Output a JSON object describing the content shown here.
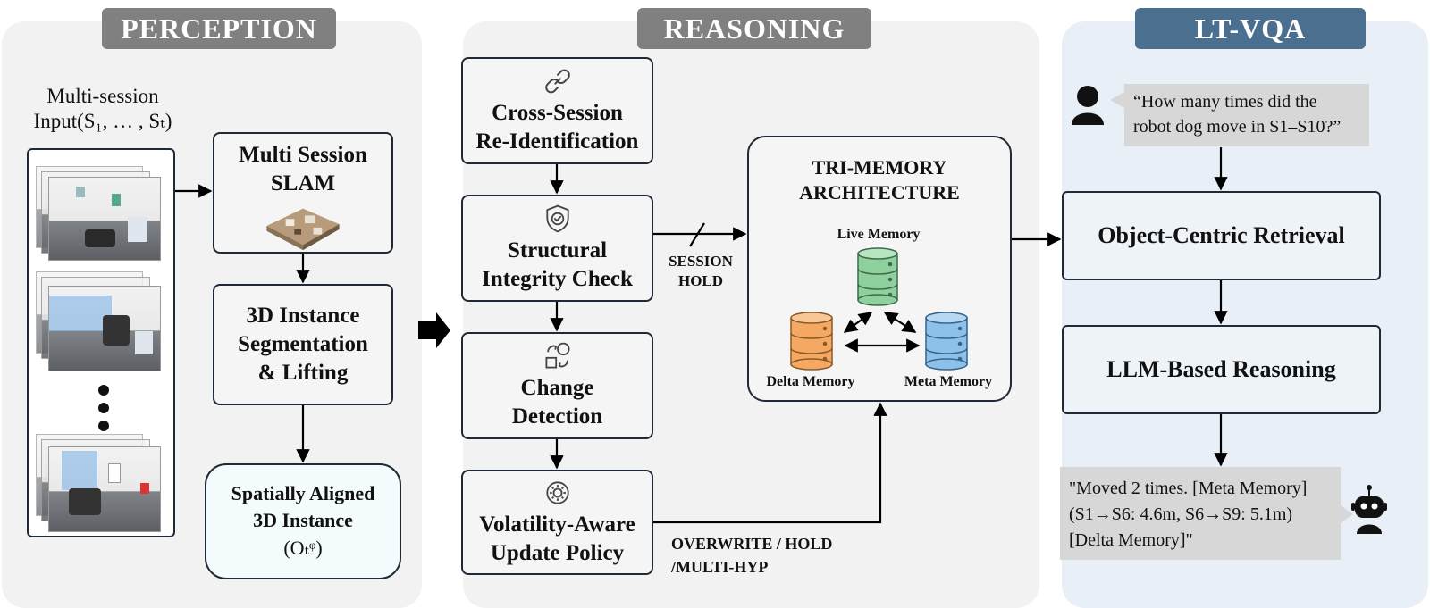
{
  "sections": {
    "perception": "PERCEPTION",
    "reasoning": "REASONING",
    "ltvqa": "LT-VQA"
  },
  "perception": {
    "input_line1": "Multi-session",
    "input_line2": "Input(S₁, … , Sₜ)",
    "slam": "Multi Session\nSLAM",
    "segmentation": "3D Instance\nSegmentation\n& Lifting",
    "aligned": "Spatially Aligned\n3D Instance",
    "aligned_symbol": "(Oₜᵠ)"
  },
  "reasoning": {
    "reid": "Cross-Session\nRe-Identification",
    "integrity": "Structural\nIntegrity Check",
    "change": "Change\nDetection",
    "volatility": "Volatility-Aware\nUpdate Policy",
    "session_hold": "SESSION\nHOLD",
    "policy_label": "OVERWRITE / HOLD\n/MULTI-HYP",
    "tri_memory_title": "TRI-MEMORY\nARCHITECTURE",
    "live_memory": "Live Memory",
    "delta_memory": "Delta Memory",
    "meta_memory": "Meta Memory"
  },
  "ltvqa": {
    "question": "“How many times did the\nrobot dog move in S1–S10?”",
    "retrieval": "Object-Centric Retrieval",
    "reasoning": "LLM-Based Reasoning",
    "answer": "\"Moved 2 times. [Meta Memory]\n(S1→S6: 4.6m, S6→S9: 5.1m)\n[Delta Memory]\""
  },
  "icons": {
    "reid": "link-icon",
    "integrity": "shield-check-icon",
    "change": "shapes-icon",
    "volatility": "gear-icon",
    "user": "user-icon",
    "robot": "robot-icon",
    "arrow": "big-arrow-icon"
  },
  "colors": {
    "live": "#8fd19e",
    "delta": "#f5a862",
    "meta": "#8ec1ea",
    "ltvqa_tag": "#4a6f8f",
    "section_tag": "#808080"
  }
}
